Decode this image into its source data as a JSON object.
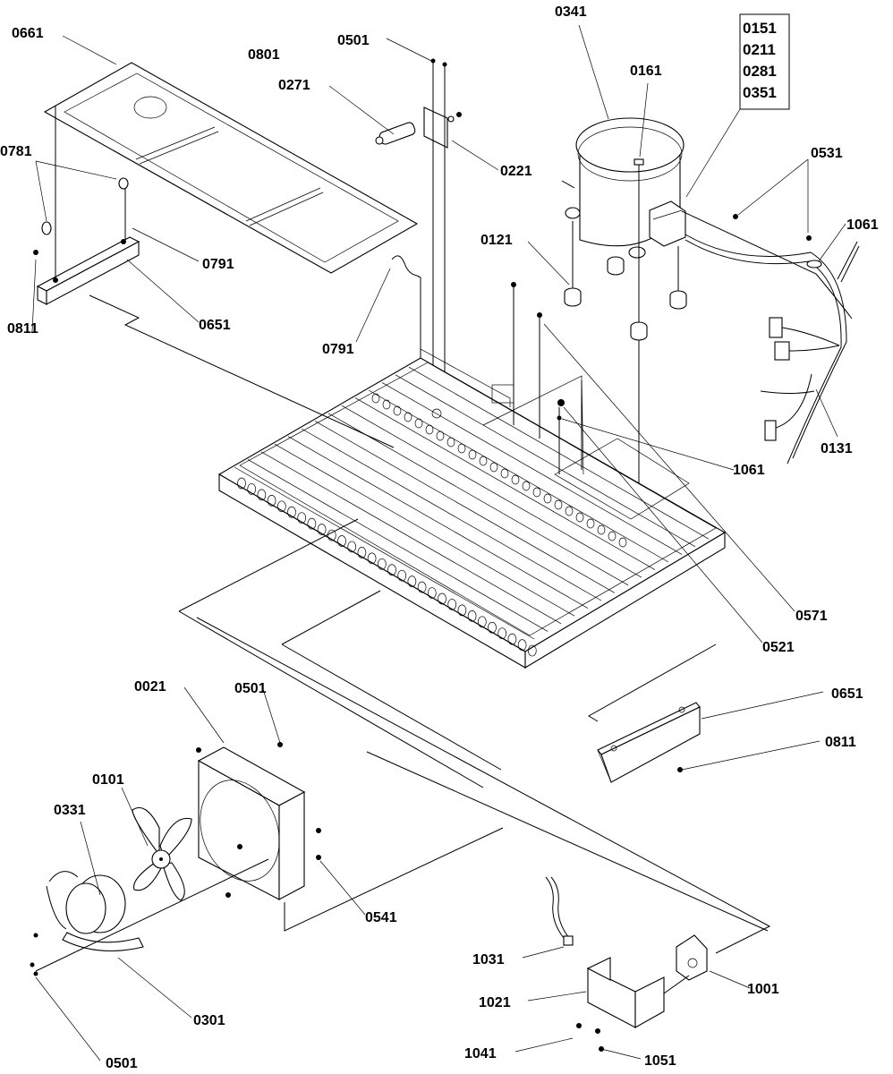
{
  "diagram": {
    "title": "",
    "callouts": {
      "c0661": "0661",
      "c0801": "0801",
      "c0501_top": "0501",
      "c0271": "0271",
      "c0221": "0221",
      "c0341": "0341",
      "c0161": "0161",
      "c0781": "0781",
      "c0791_a": "0791",
      "c0791_b": "0791",
      "c0651_a": "0651",
      "c0811_a": "0811",
      "c0121": "0121",
      "c0531": "0531",
      "c1061_a": "1061",
      "c1061_b": "1061",
      "c0131": "0131",
      "c0571": "0571",
      "c0521": "0521",
      "c0651_b": "0651",
      "c0811_b": "0811",
      "c0021": "0021",
      "c0501_mid": "0501",
      "c0101": "0101",
      "c0331": "0331",
      "c0541": "0541",
      "c0301": "0301",
      "c0501_bot": "0501",
      "c1031": "1031",
      "c1021": "1021",
      "c1001": "1001",
      "c1041": "1041",
      "c1051": "1051"
    },
    "kit_box": {
      "items": [
        "0151",
        "0211",
        "0281",
        "0351"
      ]
    }
  }
}
